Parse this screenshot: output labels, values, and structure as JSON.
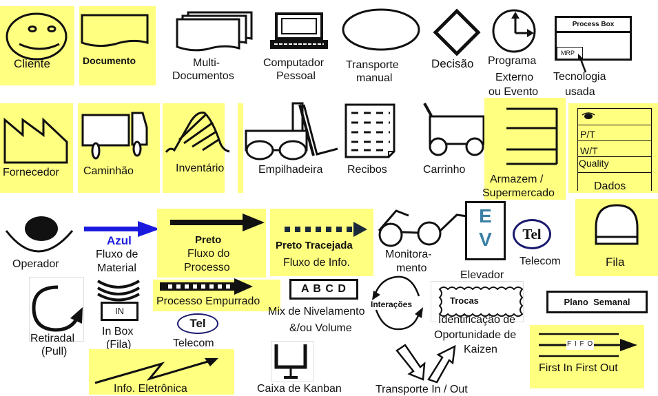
{
  "title": "Value Stream Mapping Icons",
  "colors": {
    "highlight_yellow": "#ffff80",
    "material_flow_blue": "#1a1adf",
    "elevator_letters": "#3a7fa6",
    "telecom_ring": "#1a1a6e"
  },
  "icons": {
    "cliente": "Cliente",
    "documento": "Documento",
    "multi_documentos": [
      "Multi-",
      "Documentos"
    ],
    "computador": [
      "Computador",
      "Pessoal"
    ],
    "transporte_manual": [
      "Transporte",
      "manual"
    ],
    "decisao": "Decisão",
    "programa_externo": [
      "Programa",
      "Externo",
      "ou Evento"
    ],
    "process_box": {
      "header": "Process Box",
      "tag": "MRP",
      "label": [
        "Tecnologia",
        "usada"
      ]
    },
    "fornecedor": "Fornecedor",
    "caminhao": "Caminhão",
    "inventario": "Inventário",
    "empilhadeira": "Empilhadeira",
    "recibos": "Recibos",
    "carrinho": "Carrinho",
    "armazem": [
      "Armazem /",
      "Supermercado"
    ],
    "dados": {
      "rows": [
        "P/T",
        "W/T",
        "Quality"
      ],
      "label": "Dados"
    },
    "operador": "Operador",
    "azul": {
      "title": "Azul",
      "label": [
        "Fluxo de",
        "Material"
      ]
    },
    "preto": {
      "title": "Preto",
      "label": [
        "Fluxo do",
        "Processo"
      ]
    },
    "preto_tracejada": {
      "title": "Preto Tracejada",
      "label": "Fluxo de Info."
    },
    "monitoramento": [
      "Monitora-",
      "mento"
    ],
    "elevador": {
      "letters": [
        "E",
        "V"
      ],
      "label": "Elevador"
    },
    "telecom_large": {
      "badge": "Tel",
      "label": "Telecom"
    },
    "fila": "Fila",
    "retirada": [
      "Retiradal",
      "(Pull)"
    ],
    "in_box": {
      "tag": "IN",
      "label": [
        "In Box",
        "(Fila)"
      ]
    },
    "processo_empurrado": "Processo Empurrado",
    "telecom_small": {
      "badge": "Tel",
      "label": "Telecom"
    },
    "mix_nivelamento": {
      "box": "A B C D",
      "label": [
        "Mix de Nivelamento",
        "&/ou Volume"
      ]
    },
    "interacoes": "Interações",
    "kaizen": {
      "burst": "Trocas",
      "label": [
        "Identificação de",
        "Oportunidade de",
        "Kaizen"
      ]
    },
    "plano_semanal": "Plano  Semanal",
    "fifo": {
      "tag": "F I F O",
      "label": "First In First Out"
    },
    "info_eletronica": "Info. Eletrônica",
    "caixa_kanban": "Caixa de Kanban",
    "transporte_in_out": "Transporte In / Out"
  }
}
